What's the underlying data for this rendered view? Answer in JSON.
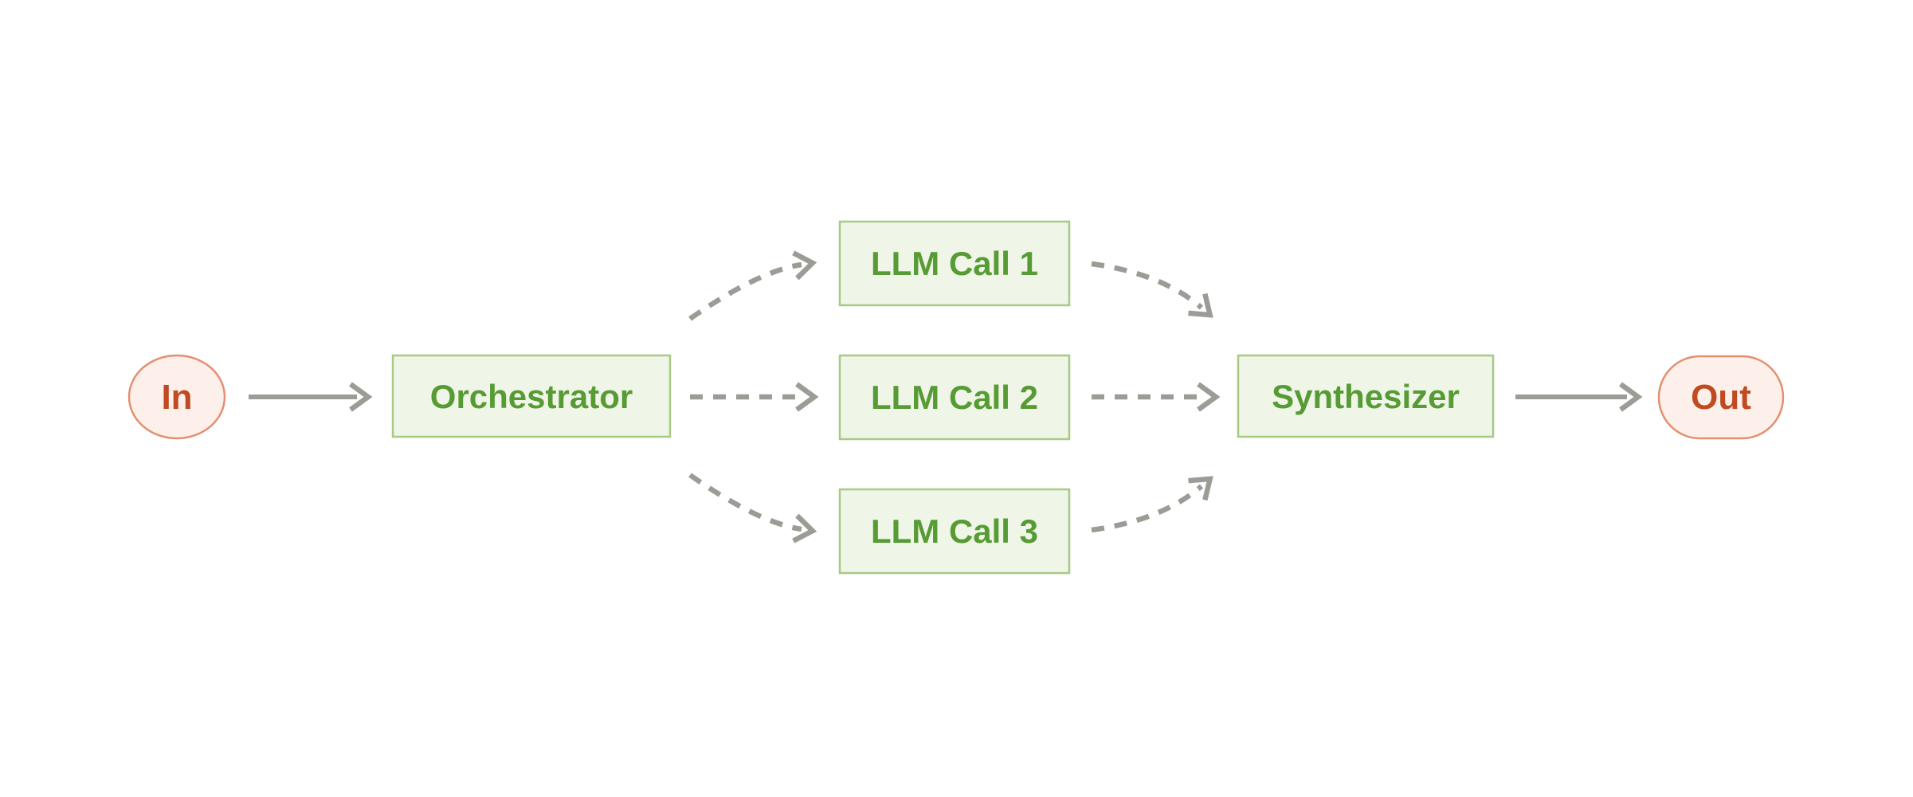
{
  "diagram": {
    "nodes": {
      "in": {
        "label": "In",
        "kind": "terminal"
      },
      "orchestrator": {
        "label": "Orchestrator",
        "kind": "process"
      },
      "llm_call_1": {
        "label": "LLM Call 1",
        "kind": "process"
      },
      "llm_call_2": {
        "label": "LLM Call 2",
        "kind": "process"
      },
      "llm_call_3": {
        "label": "LLM Call 3",
        "kind": "process"
      },
      "synthesizer": {
        "label": "Synthesizer",
        "kind": "process"
      },
      "out": {
        "label": "Out",
        "kind": "terminal"
      }
    },
    "edges": [
      {
        "from": "in",
        "to": "orchestrator",
        "style": "solid"
      },
      {
        "from": "orchestrator",
        "to": "llm_call_1",
        "style": "dashed"
      },
      {
        "from": "orchestrator",
        "to": "llm_call_2",
        "style": "dashed"
      },
      {
        "from": "orchestrator",
        "to": "llm_call_3",
        "style": "dashed"
      },
      {
        "from": "llm_call_1",
        "to": "synthesizer",
        "style": "dashed"
      },
      {
        "from": "llm_call_2",
        "to": "synthesizer",
        "style": "dashed"
      },
      {
        "from": "llm_call_3",
        "to": "synthesizer",
        "style": "dashed"
      },
      {
        "from": "synthesizer",
        "to": "out",
        "style": "solid"
      }
    ],
    "colors": {
      "terminal_fill": "#fdf0ea",
      "terminal_border": "#e38f71",
      "terminal_text": "#c04a22",
      "process_fill": "#eff5e7",
      "process_border": "#a7ca84",
      "process_text": "#579b35",
      "arrow": "#9c9c96",
      "background": "#ffffff"
    }
  }
}
